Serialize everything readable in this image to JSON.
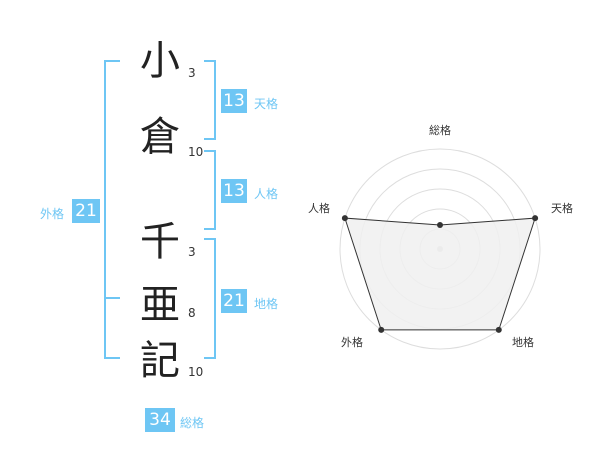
{
  "name": {
    "surname": [
      {
        "char": "小",
        "strokes": "3"
      },
      {
        "char": "倉",
        "strokes": "10"
      }
    ],
    "given": [
      {
        "char": "千",
        "strokes": "3"
      },
      {
        "char": "亜",
        "strokes": "8"
      },
      {
        "char": "記",
        "strokes": "10"
      }
    ]
  },
  "fortunes": {
    "tenkaku": {
      "value": "13",
      "label": "天格"
    },
    "jinkaku": {
      "value": "13",
      "label": "人格"
    },
    "chikaku": {
      "value": "21",
      "label": "地格"
    },
    "gaikaku": {
      "value": "21",
      "label": "外格"
    },
    "soukaku": {
      "value": "34",
      "label": "総格"
    }
  },
  "radar": {
    "labels": {
      "top": "総格",
      "right": "天格",
      "bottom_right": "地格",
      "bottom_left": "外格",
      "left": "人格"
    },
    "scores": [
      0.24,
      1.0,
      1.0,
      1.0,
      1.0
    ],
    "fill_color": "#f0f0f0",
    "line_color": "#333333",
    "grid_color": "#dddddd"
  }
}
